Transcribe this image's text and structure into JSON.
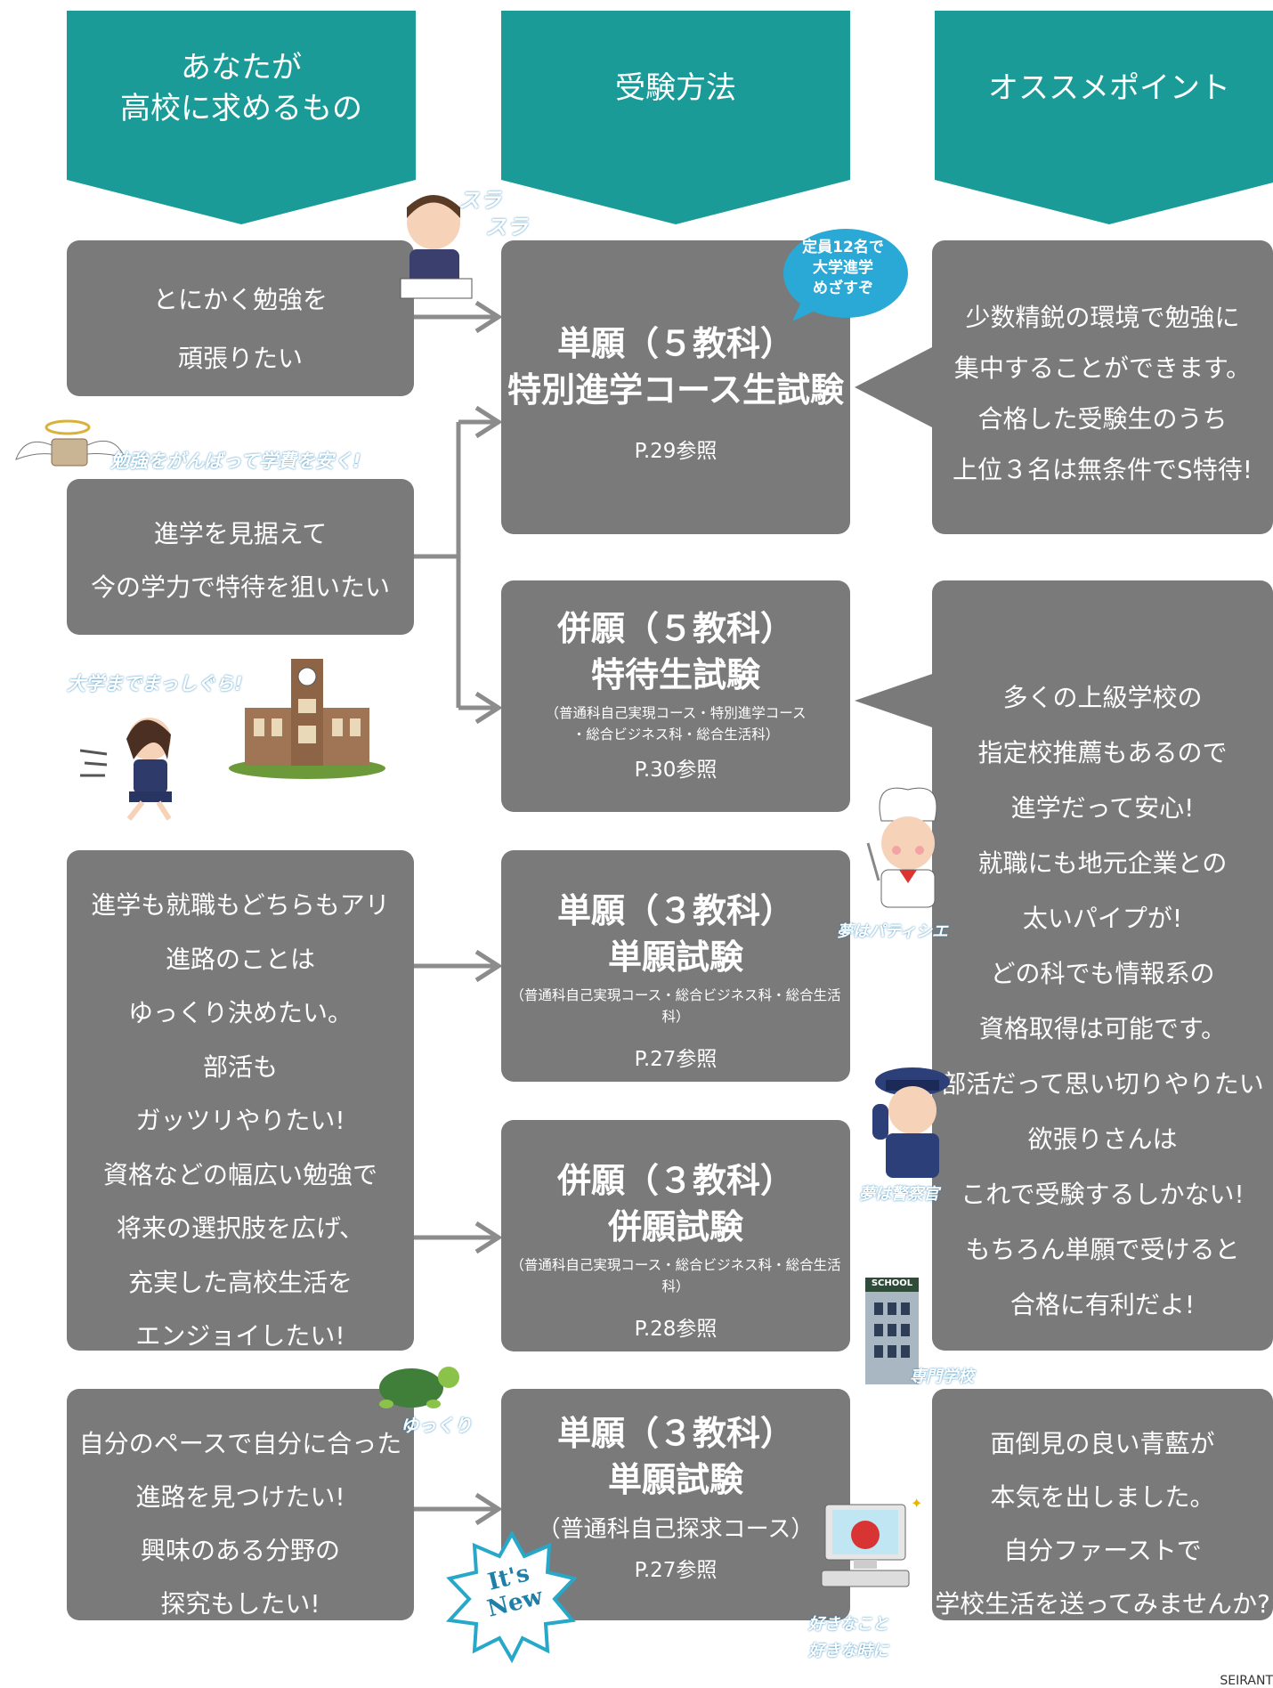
{
  "headers": [
    "あなたが\n高校に求めるもの",
    "受験方法",
    "オススメポイント"
  ],
  "rows": [
    {
      "desire": [
        "とにかく勉強を",
        "頑張りたい"
      ]
    },
    {
      "desire": [
        "進学を見据えて",
        "今の学力で特待を狙いたい"
      ]
    },
    {
      "desire": [
        "進学も就職もどちらもアリ",
        "進路のことは",
        "ゆっくり決めたい。",
        "部活も",
        "ガッツリやりたい!",
        "資格などの幅広い勉強で",
        "将来の選択肢を広げ、",
        "充実した高校生活を",
        "エンジョイしたい!"
      ]
    },
    {
      "desire": [
        "自分のペースで自分に合った",
        "進路を見つけたい!",
        "興味のある分野の",
        "探究もしたい!"
      ]
    }
  ],
  "exams": [
    {
      "title1": "単願（５教科）",
      "title2": "特別進学コース生試験",
      "sub": [],
      "ref": "P.29参照"
    },
    {
      "title1": "併願（５教科）",
      "title2": "特待生試験",
      "sub": [
        "（普通科自己実現コース・特別進学コース",
        "・総合ビジネス科・総合生活科）"
      ],
      "ref": "P.30参照"
    },
    {
      "title1": "単願（３教科）",
      "title2": "単願試験",
      "sub": [
        "（普通科自己実現コース・総合ビジネス科・総合生活科）"
      ],
      "ref": "P.27参照"
    },
    {
      "title1": "併願（３教科）",
      "title2": "併願試験",
      "sub": [
        "（普通科自己実現コース・総合ビジネス科・総合生活科）"
      ],
      "ref": "P.28参照"
    },
    {
      "title1": "単願（３教科）",
      "title2": "単願試験",
      "sub": [
        "（普通科自己探求コース）"
      ],
      "ref": "P.27参照"
    }
  ],
  "points": [
    [
      "少数精鋭の環境で勉強に",
      "集中することができます。",
      "合格した受験生のうち",
      "上位３名は無条件でS特待!"
    ],
    [
      "多くの上級学校の",
      "指定校推薦もあるので",
      "進学だって安心!",
      "就職にも地元企業との",
      "太いパイプが!",
      "どの科でも情報系の",
      "資格取得は可能です。",
      "部活だって思い切りやりたい",
      "欲張りさんは",
      "これで受験するしかない!",
      "もちろん単願で受けると",
      "合格に有利だよ!"
    ],
    [
      "面倒見の良い青藍が",
      "本気を出しました。",
      "自分ファーストで",
      "学校生活を送ってみませんか?"
    ]
  ],
  "bubble": [
    "定員12名で",
    "大学進学",
    "めざすぞ"
  ],
  "badges": {
    "sura1": "スラ",
    "sura2": "スラ",
    "study": "勉強をがんばって学費を安く!",
    "univ": "大学までまっしぐら!",
    "patissier": "夢はパティシエ",
    "police": "夢は警察官",
    "school_sign": "SCHOOL",
    "vocational": "専門学校",
    "slow": "ゆっくり",
    "its_new1": "It's",
    "its_new2": "New",
    "like1": "好きなこと",
    "like2": "好きな時に"
  },
  "credit": "SEIRANT",
  "colors": {
    "teal": "#1b9b98",
    "box": "#7a7a7a",
    "connector": "#8c8c8c",
    "badge": "#2a9fd6"
  }
}
